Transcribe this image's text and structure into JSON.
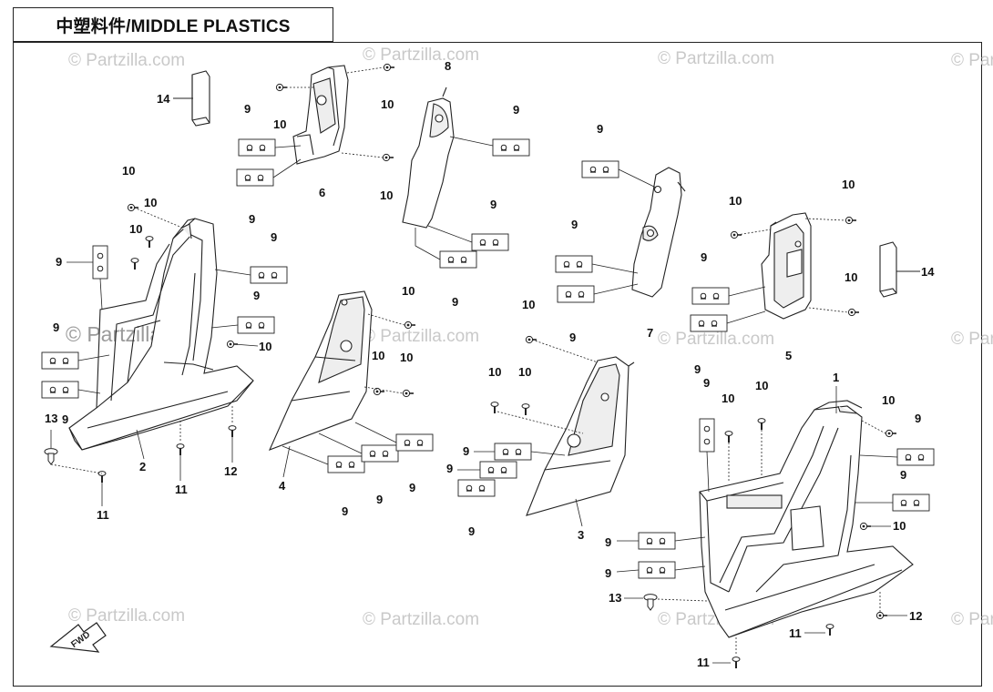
{
  "title": "中塑料件/MIDDLE PLASTICS",
  "watermark": "© Partzilla.com",
  "fwd_label": "FWD",
  "callouts": {
    "c1": "1",
    "c2": "2",
    "c3": "3",
    "c4": "4",
    "c5": "5",
    "c6": "6",
    "c7": "7",
    "c8": "8",
    "c9": "9",
    "c10": "10",
    "c11": "11",
    "c12": "12",
    "c13": "13",
    "c14": "14"
  },
  "colors": {
    "line": "#222222",
    "watermark": "#c9c9c9",
    "fill": "#ffffff",
    "shade": "#e6e6e6"
  }
}
